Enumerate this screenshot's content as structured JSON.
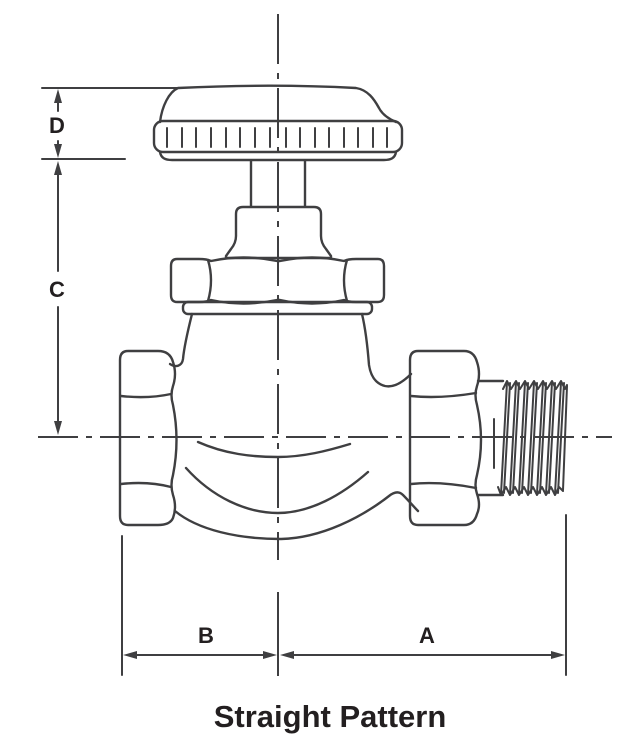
{
  "diagram": {
    "caption": "Straight Pattern",
    "labels": {
      "a": "A",
      "b": "B",
      "c": "C",
      "d": "D"
    },
    "colors": {
      "line": "#3f3f41",
      "text": "#231f20",
      "background": "#ffffff"
    }
  }
}
